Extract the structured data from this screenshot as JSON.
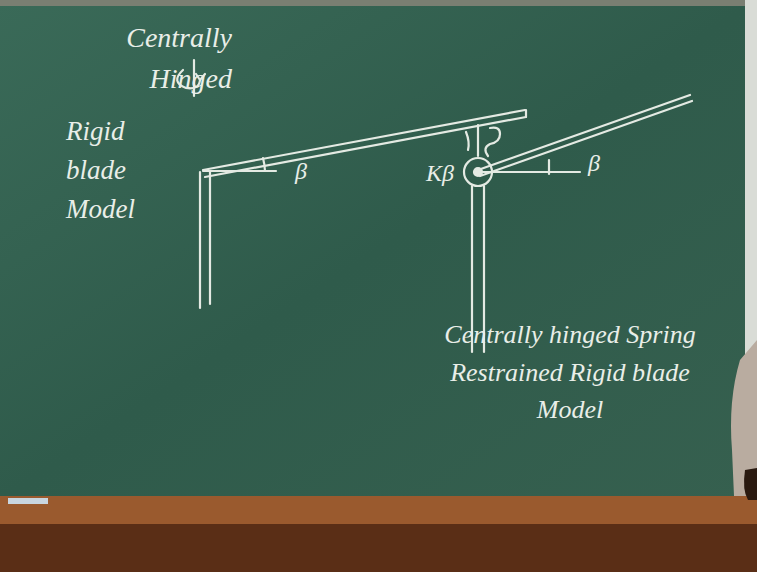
{
  "diagram": {
    "labels": [
      "Centrally Hinged",
      "Rigid blade Model",
      "β",
      "Kβ",
      "β",
      "Centrally hinged Spring Restrained Rigid blade Model"
    ]
  }
}
